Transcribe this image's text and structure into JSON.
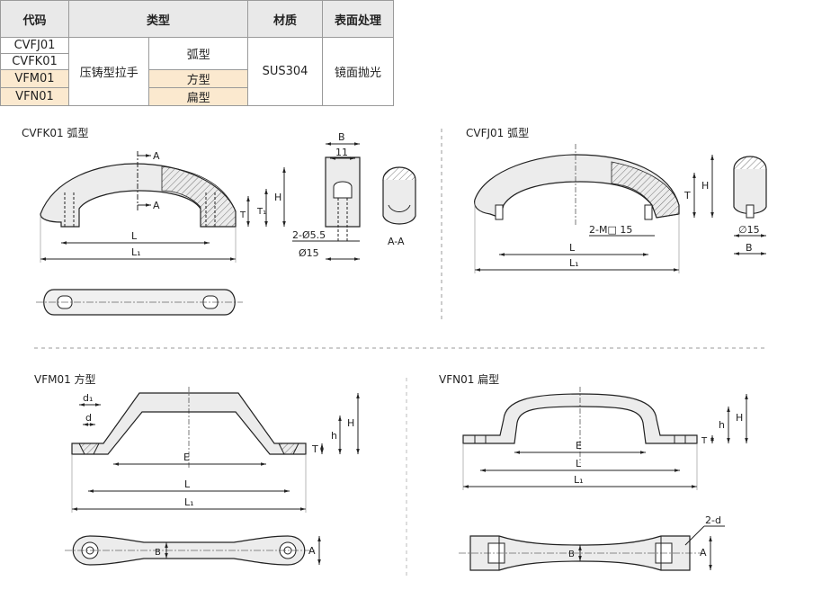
{
  "table": {
    "headers": [
      "代码",
      "类型",
      "材质",
      "表面处理"
    ],
    "codes": [
      "CVFJ01",
      "CVFK01",
      "VFM01",
      "VFN01"
    ],
    "category": "压铸型拉手",
    "subtypes": [
      "弧型",
      "方型",
      "扁型"
    ],
    "material": "SUS304",
    "finish": "镜面抛光",
    "highlight_color": "#fbe9cf"
  },
  "views": {
    "cvfk": {
      "title": "CVFK01 弧型",
      "dims": {
        "A": "A",
        "L": "L",
        "L1": "L₁",
        "T": "T",
        "T1": "T₁",
        "H": "H",
        "B": "B",
        "w11": "11",
        "hole": "2-Ø5.5",
        "dia": "Ø15",
        "section": "A-A"
      }
    },
    "cvfj": {
      "title": "CVFJ01 弧型",
      "dims": {
        "T": "T",
        "H": "H",
        "thread": "2-M□ 15",
        "L": "L",
        "L1": "L₁",
        "dia": "∅15",
        "B": "B"
      }
    },
    "vfm": {
      "title": "VFM01  方型",
      "dims": {
        "d1": "d₁",
        "d": "d",
        "h": "h",
        "H": "H",
        "T": "T",
        "E": "E",
        "L": "L",
        "L1": "L₁",
        "B": "B",
        "A": "A"
      }
    },
    "vfn": {
      "title": "VFN01  扁型",
      "dims": {
        "h": "h",
        "H": "H",
        "T": "T",
        "E": "E",
        "L": "L",
        "L1": "L₁",
        "hole": "2-d",
        "B": "B",
        "A": "A"
      }
    }
  }
}
